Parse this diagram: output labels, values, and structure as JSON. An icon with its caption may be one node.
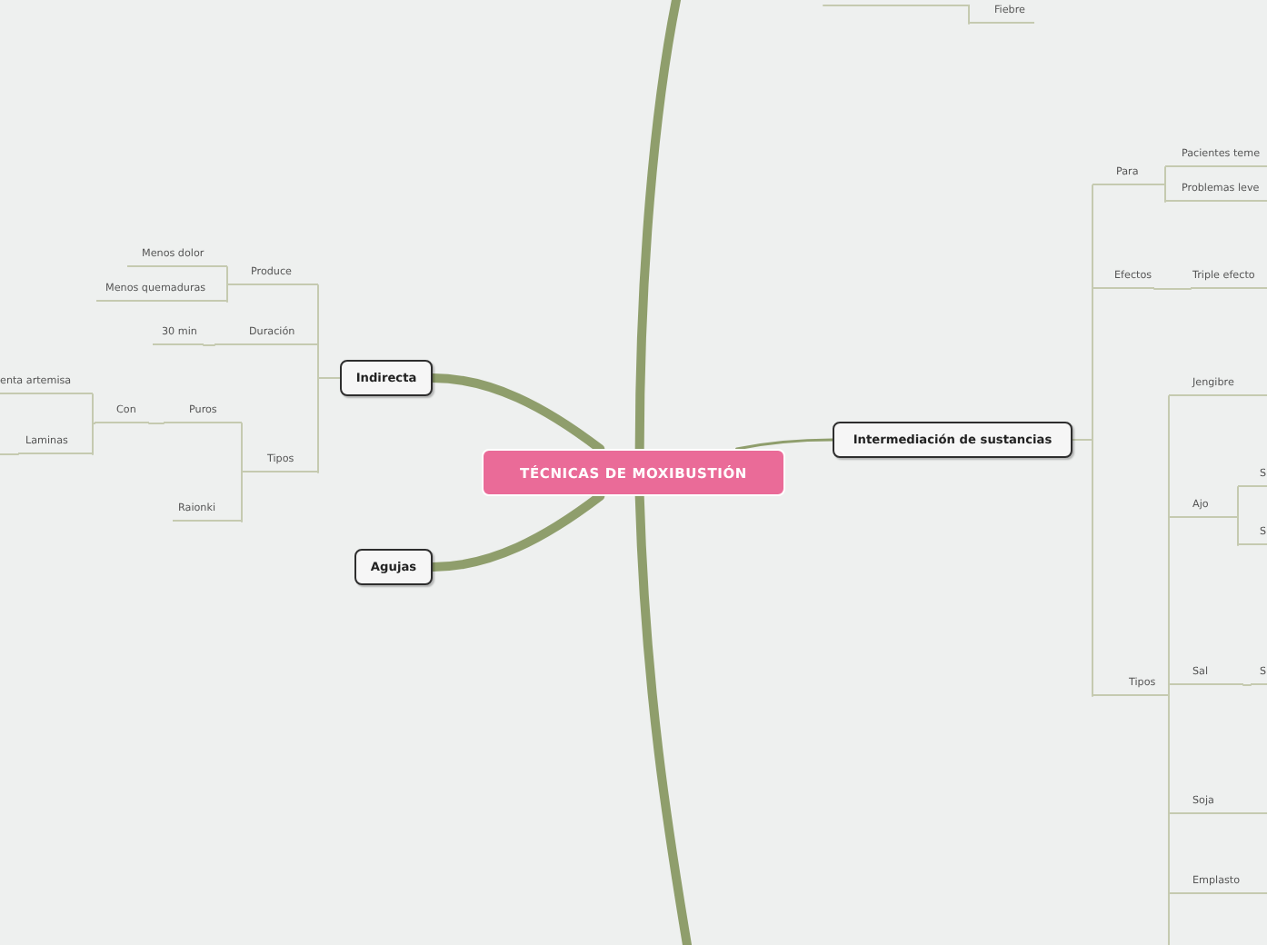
{
  "diagram": {
    "nodes": [
      {
        "text": [
          "TÉCNICAS DE MOXIBUSTIÓN"
        ]
      },
      {
        "text": [
          "Indirecta"
        ]
      },
      {
        "text": [
          "Produce"
        ]
      },
      {
        "text": [
          "Menos dolor"
        ]
      },
      {
        "text": [
          "Menos quemaduras"
        ]
      },
      {
        "text": [
          "Duración"
        ]
      },
      {
        "text": [
          "30 min"
        ]
      },
      {
        "text": [
          "Tipos"
        ]
      },
      {
        "text": [
          "Puros"
        ]
      },
      {
        "text": [
          "Con"
        ]
      },
      {
        "text": [
          "enta artemisa"
        ]
      },
      {
        "text": [
          "Laminas"
        ]
      },
      {
        "text": [
          "Raionki"
        ]
      },
      {
        "text": [
          "Agujas"
        ]
      },
      {
        "text": [
          "Fiebre"
        ]
      },
      {
        "text": [
          "Intermediación de sustancias"
        ]
      },
      {
        "text": [
          "Para"
        ]
      },
      {
        "text": [
          "Pacientes teme"
        ]
      },
      {
        "text": [
          "Problemas leve"
        ]
      },
      {
        "text": [
          "Efectos"
        ]
      },
      {
        "text": [
          "Triple efecto"
        ]
      },
      {
        "text": [
          "Tipos"
        ]
      },
      {
        "text": [
          "Jengibre"
        ]
      },
      {
        "text": [
          "Ajo"
        ]
      },
      {
        "text": [
          "S"
        ]
      },
      {
        "text": [
          "S"
        ]
      },
      {
        "text": [
          "Sal"
        ]
      },
      {
        "text": [
          "S"
        ]
      },
      {
        "text": [
          "Soja"
        ]
      },
      {
        "text": [
          "Emplasto"
        ]
      }
    ],
    "edges": [
      {
        "from": 0,
        "to": 1,
        "arrow": "none",
        "style": "thick",
        "color": "#8f9e6c"
      },
      {
        "from": 0,
        "to": 13,
        "arrow": "none",
        "style": "thick",
        "color": "#8f9e6c"
      },
      {
        "from": 0,
        "to": 15,
        "arrow": "none",
        "color": "#8f9e6c"
      },
      {
        "from": 0,
        "to": null,
        "arrow": "none",
        "style": "thick",
        "color": "#8f9e6c"
      },
      {
        "from": 0,
        "to": null,
        "arrow": "none",
        "style": "thick",
        "color": "#8f9e6c"
      },
      {
        "from": null,
        "to": 14,
        "arrow": "none"
      },
      {
        "from": 1,
        "to": 2,
        "arrow": "none"
      },
      {
        "from": 1,
        "to": 5,
        "arrow": "none"
      },
      {
        "from": 1,
        "to": 7,
        "arrow": "none"
      },
      {
        "from": 2,
        "to": 3,
        "arrow": "none"
      },
      {
        "from": 2,
        "to": 4,
        "arrow": "none"
      },
      {
        "from": 5,
        "to": 6,
        "arrow": "none"
      },
      {
        "from": 7,
        "to": 8,
        "arrow": "none"
      },
      {
        "from": 7,
        "to": 12,
        "arrow": "none"
      },
      {
        "from": 8,
        "to": 9,
        "arrow": "none"
      },
      {
        "from": 9,
        "to": 10,
        "arrow": "none"
      },
      {
        "from": 9,
        "to": 11,
        "arrow": "none"
      },
      {
        "from": 11,
        "to": null,
        "arrow": "none"
      },
      {
        "from": 15,
        "to": 16,
        "arrow": "none"
      },
      {
        "from": 15,
        "to": 19,
        "arrow": "none"
      },
      {
        "from": 15,
        "to": 21,
        "arrow": "none"
      },
      {
        "from": 16,
        "to": 17,
        "arrow": "none"
      },
      {
        "from": 16,
        "to": 18,
        "arrow": "none"
      },
      {
        "from": 19,
        "to": 20,
        "arrow": "none"
      },
      {
        "from": 21,
        "to": 22,
        "arrow": "none"
      },
      {
        "from": 21,
        "to": 23,
        "arrow": "none"
      },
      {
        "from": 21,
        "to": 26,
        "arrow": "none"
      },
      {
        "from": 21,
        "to": 28,
        "arrow": "none"
      },
      {
        "from": 21,
        "to": 29,
        "arrow": "none"
      },
      {
        "from": 21,
        "to": null,
        "arrow": "none"
      },
      {
        "from": 23,
        "to": 24,
        "arrow": "none"
      },
      {
        "from": 23,
        "to": 25,
        "arrow": "none"
      },
      {
        "from": 26,
        "to": 27,
        "arrow": "none"
      }
    ]
  }
}
